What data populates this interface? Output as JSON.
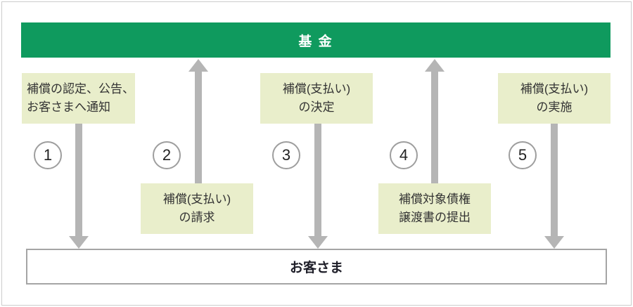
{
  "diagram": {
    "fund_label": "基 金",
    "customer_label": "お客さま",
    "steps": [
      {
        "number": "1",
        "arrow": "down",
        "label_lines": [
          "補償の認定、公告、",
          "お客さまへ通知"
        ]
      },
      {
        "number": "2",
        "arrow": "up",
        "label_lines": [
          "補償(支払い)",
          "の請求"
        ]
      },
      {
        "number": "3",
        "arrow": "down",
        "label_lines": [
          "補償(支払い)",
          "の決定"
        ]
      },
      {
        "number": "4",
        "arrow": "up",
        "label_lines": [
          "補償対象債権",
          "譲渡書の提出"
        ]
      },
      {
        "number": "5",
        "arrow": "down",
        "label_lines": [
          "補償(支払い)",
          "の実施"
        ]
      }
    ],
    "colors": {
      "fund_bar_bg": "#0f9a5e",
      "fund_bar_text": "#ffffff",
      "label_box_bg": "#e9eecb",
      "arrow": "#b5b5b5",
      "circle_border": "#9e9e9e",
      "customer_bar_border": "#a5a5a5",
      "label_text": "#333333"
    }
  }
}
